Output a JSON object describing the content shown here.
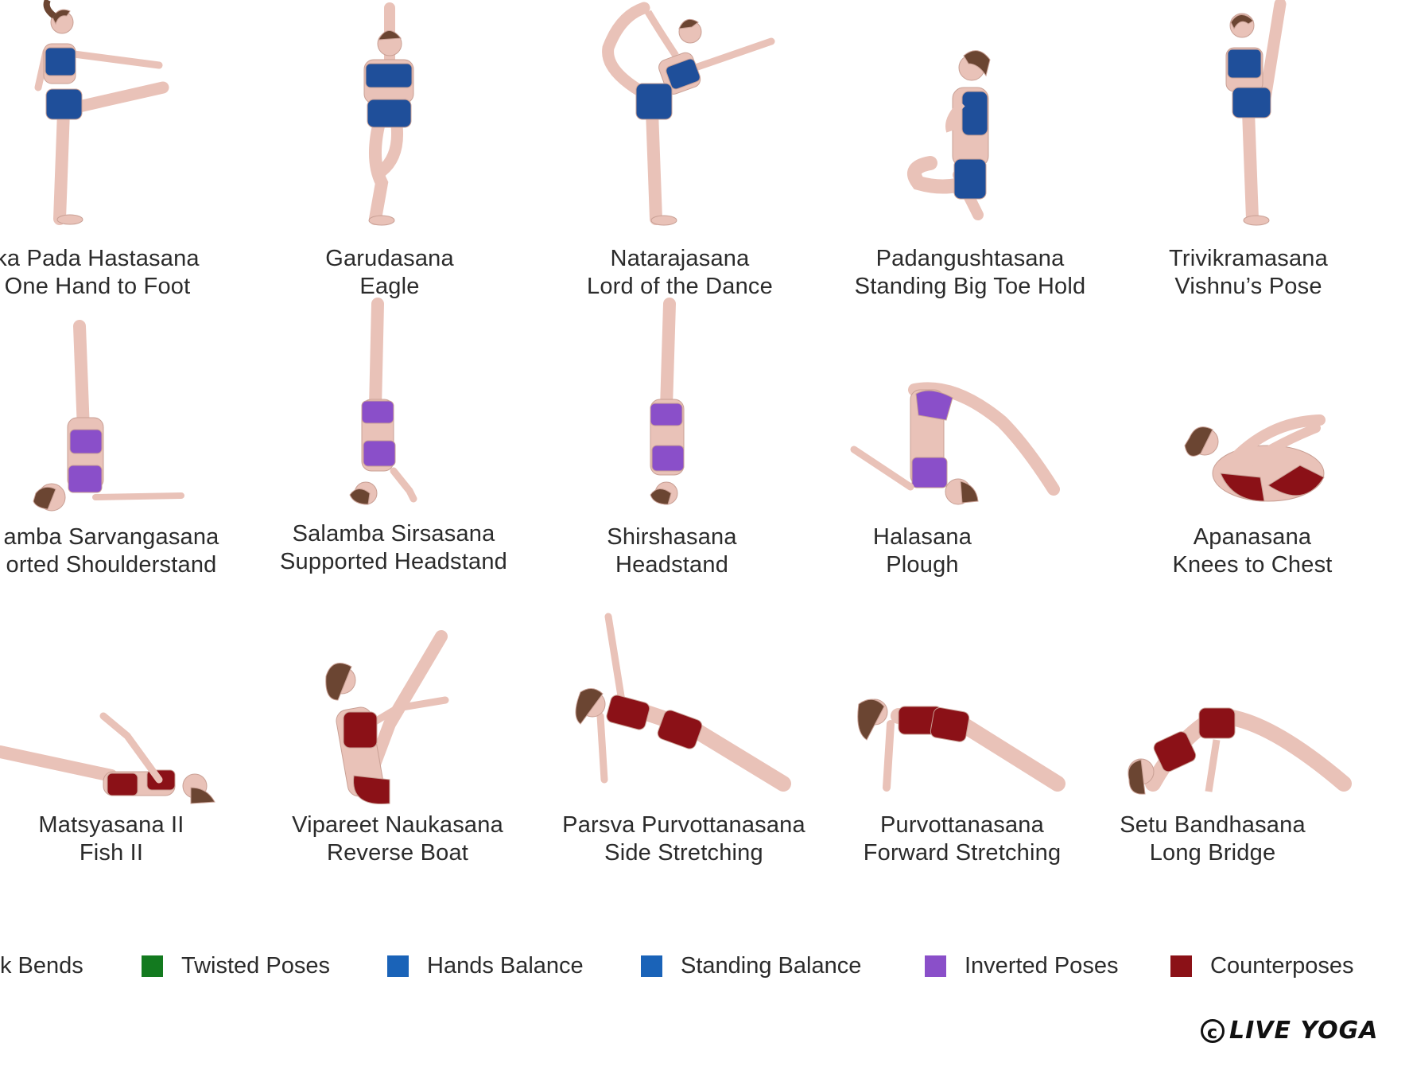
{
  "colors": {
    "skin": "#e9c2b8",
    "hair": "#6b4532",
    "standing_balance": "#1f4f9a",
    "inverted": "#8a4fc9",
    "counterpose": "#8b1117",
    "twisted": "#137a1f",
    "hands_balance": "#1a63b8"
  },
  "rows": [
    {
      "category": "standing_balance",
      "poses": [
        {
          "sanskrit": "ka Pada Hastasana",
          "english": "One Hand to Foot",
          "icon": "standing-leg-extended-icon"
        },
        {
          "sanskrit": "Garudasana",
          "english": "Eagle",
          "icon": "eagle-pose-icon"
        },
        {
          "sanskrit": "Natarajasana",
          "english": "Lord of the Dance",
          "icon": "dancer-pose-icon"
        },
        {
          "sanskrit": "Padangushtasana",
          "english": "Standing Big Toe Hold",
          "icon": "toe-stand-pose-icon"
        },
        {
          "sanskrit": "Trivikramasana",
          "english": "Vishnu’s Pose",
          "icon": "standing-split-pose-icon"
        }
      ]
    },
    {
      "category": "inverted",
      "poses": [
        {
          "sanskrit": "amba Sarvangasana",
          "english": "orted Shoulderstand",
          "icon": "shoulderstand-pose-icon"
        },
        {
          "sanskrit": "Salamba Sirsasana",
          "english": "Supported Headstand",
          "icon": "supported-headstand-pose-icon"
        },
        {
          "sanskrit": "Shirshasana",
          "english": "Headstand",
          "icon": "headstand-pose-icon"
        },
        {
          "sanskrit": "Halasana",
          "english": "Plough",
          "icon": "plough-pose-icon"
        },
        {
          "sanskrit": "Apanasana",
          "english": "Knees to Chest",
          "icon": "knees-to-chest-pose-icon"
        }
      ]
    },
    {
      "category": "counterpose",
      "poses": [
        {
          "sanskrit": "Matsyasana II",
          "english": "Fish II",
          "icon": "fish-pose-icon"
        },
        {
          "sanskrit": "Vipareet Naukasana",
          "english": "Reverse Boat",
          "icon": "reverse-boat-pose-icon"
        },
        {
          "sanskrit": "Parsva Purvottanasana",
          "english": "Side Stretching",
          "icon": "side-plank-pose-icon"
        },
        {
          "sanskrit": "Purvottanasana",
          "english": "Forward Stretching",
          "icon": "upward-plank-pose-icon"
        },
        {
          "sanskrit": "Setu Bandhasana",
          "english": "Long Bridge",
          "icon": "bridge-pose-icon"
        }
      ]
    }
  ],
  "legend": [
    {
      "label": "k Bends",
      "color": null
    },
    {
      "label": "Twisted Poses",
      "color": "#137a1f"
    },
    {
      "label": "Hands Balance",
      "color": "#1a63b8"
    },
    {
      "label": "Standing Balance",
      "color": "#1a63b8"
    },
    {
      "label": "Inverted Poses",
      "color": "#8a4fc9"
    },
    {
      "label": "Counterposes",
      "color": "#8b1117"
    }
  ],
  "logo": {
    "symbol": "c",
    "text": "LIVE YOGA",
    "icon": "copyright-icon"
  }
}
